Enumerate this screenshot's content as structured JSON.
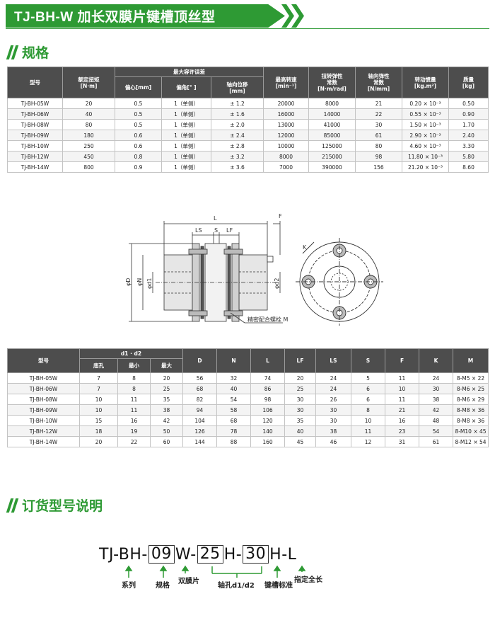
{
  "page": {
    "title": "TJ-BH-W  加长双膜片键槽顶丝型",
    "section_spec": "规格",
    "section_order": "订货型号说明"
  },
  "spec_table": {
    "headers": {
      "model": "型号",
      "torque": "额定扭矩",
      "torque_unit": "[N·m]",
      "misalign": "最大容许误差",
      "eccentric": "偏心[mm]",
      "angle": "偏角[°  ]",
      "axial": "轴向位移",
      "axial_unit": "[mm]",
      "speed": "最高转速",
      "speed_unit": "[min⁻¹]",
      "torsional": "扭转弹性",
      "torsional2": "常数",
      "torsional_unit": "[N·m/rad]",
      "axial_stiff": "轴向弹性",
      "axial_stiff2": "常数",
      "axial_stiff_unit": "[N/mm]",
      "inertia": "转动惯量",
      "inertia_unit": "[kg.m²]",
      "mass": "质量",
      "mass_unit": "[kg]"
    },
    "rows": [
      [
        "TJ-BH-05W",
        "20",
        "0.5",
        "1（单侧）",
        "± 1.2",
        "20000",
        "8000",
        "21",
        "0.20 × 10⁻³",
        "0.50"
      ],
      [
        "TJ-BH-06W",
        "40",
        "0.5",
        "1（单侧）",
        "± 1.6",
        "16000",
        "14000",
        "22",
        "0.55 × 10⁻³",
        "0.90"
      ],
      [
        "TJ-BH-08W",
        "80",
        "0.5",
        "1（单侧）",
        "± 2.0",
        "13000",
        "41000",
        "30",
        "1.50 × 10⁻³",
        "1.70"
      ],
      [
        "TJ-BH-09W",
        "180",
        "0.6",
        "1（单侧）",
        "± 2.4",
        "12000",
        "85000",
        "61",
        "2.90 × 10⁻³",
        "2.40"
      ],
      [
        "TJ-BH-10W",
        "250",
        "0.6",
        "1（单侧）",
        "± 2.8",
        "10000",
        "125000",
        "80",
        "4.60 × 10⁻³",
        "3.30"
      ],
      [
        "TJ-BH-12W",
        "450",
        "0.8",
        "1（单侧）",
        "± 3.2",
        "8000",
        "215000",
        "98",
        "11.80 × 10⁻³",
        "5.80"
      ],
      [
        "TJ-BH-14W",
        "800",
        "0.9",
        "1（单侧）",
        "± 3.6",
        "7000",
        "390000",
        "156",
        "21.20 × 10⁻³",
        "8.60"
      ]
    ]
  },
  "diagram": {
    "labels": {
      "L": "L",
      "F": "F",
      "LS": "LS",
      "S": "S",
      "LF": "LF",
      "K": "K",
      "D": "φD",
      "N": "φN",
      "d1": "φd1",
      "d2": "φd2",
      "bolt": "精密配合螺栓 M"
    }
  },
  "dim_table": {
    "headers": {
      "model": "型号",
      "d1d2": "d1 · d2",
      "base": "底孔",
      "min": "最小",
      "max": "最大",
      "D": "D",
      "N": "N",
      "L": "L",
      "LF": "LF",
      "LS": "LS",
      "S": "S",
      "F": "F",
      "K": "K",
      "M": "M"
    },
    "rows": [
      [
        "TJ-BH-05W",
        "7",
        "8",
        "20",
        "56",
        "32",
        "74",
        "20",
        "24",
        "5",
        "11",
        "24",
        "8-M5 × 22"
      ],
      [
        "TJ-BH-06W",
        "7",
        "8",
        "25",
        "68",
        "40",
        "86",
        "25",
        "24",
        "6",
        "10",
        "30",
        "8-M6 × 25"
      ],
      [
        "TJ-BH-08W",
        "10",
        "11",
        "35",
        "82",
        "54",
        "98",
        "30",
        "26",
        "6",
        "11",
        "38",
        "8-M6 × 29"
      ],
      [
        "TJ-BH-09W",
        "10",
        "11",
        "38",
        "94",
        "58",
        "106",
        "30",
        "30",
        "8",
        "21",
        "42",
        "8-M8 × 36"
      ],
      [
        "TJ-BH-10W",
        "15",
        "16",
        "42",
        "104",
        "68",
        "120",
        "35",
        "30",
        "10",
        "16",
        "48",
        "8-M8 × 36"
      ],
      [
        "TJ-BH-12W",
        "18",
        "19",
        "50",
        "126",
        "78",
        "140",
        "40",
        "38",
        "11",
        "23",
        "54",
        "8-M10 × 45"
      ],
      [
        "TJ-BH-14W",
        "20",
        "22",
        "60",
        "144",
        "88",
        "160",
        "45",
        "46",
        "12",
        "31",
        "61",
        "8-M12 × 54"
      ]
    ]
  },
  "order_code": {
    "p1": "TJ-BH-",
    "box1": "09",
    "p2": "W-",
    "box2": "25",
    "p3": "H-",
    "box3": "30",
    "p4": "H-L",
    "labels": {
      "series": "系列",
      "spec": "规格",
      "double": "双膜片",
      "bore": "轴孔d1/d2",
      "keyway": "键槽标准",
      "length": "指定全长"
    }
  },
  "colors": {
    "accent": "#2e9a34",
    "header_bg": "#4d4d4d"
  }
}
